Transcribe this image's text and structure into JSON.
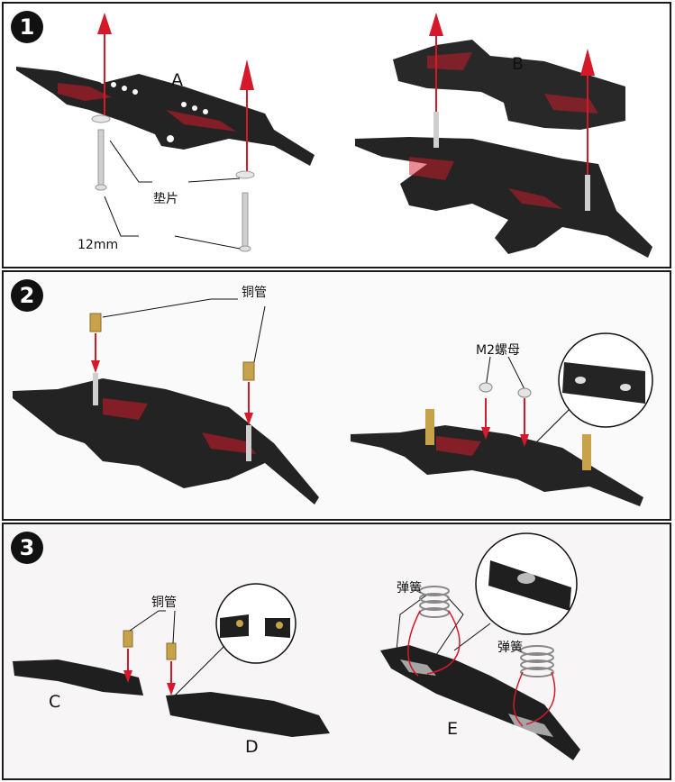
{
  "steps": [
    {
      "number": "1",
      "labels": {
        "a": "A",
        "b": "B",
        "washer": "垫片",
        "length": "12mm"
      }
    },
    {
      "number": "2",
      "labels": {
        "copper_tube": "铜管",
        "nut": "M2螺母"
      }
    },
    {
      "number": "3",
      "labels": {
        "copper_tube": "铜管",
        "c": "C",
        "d": "D",
        "e": "E",
        "spring_1": "弹簧",
        "spring_2": "弹簧"
      }
    }
  ],
  "colors": {
    "plate": "#242424",
    "accent": "#d4192a",
    "brass": "#c8a24a"
  }
}
